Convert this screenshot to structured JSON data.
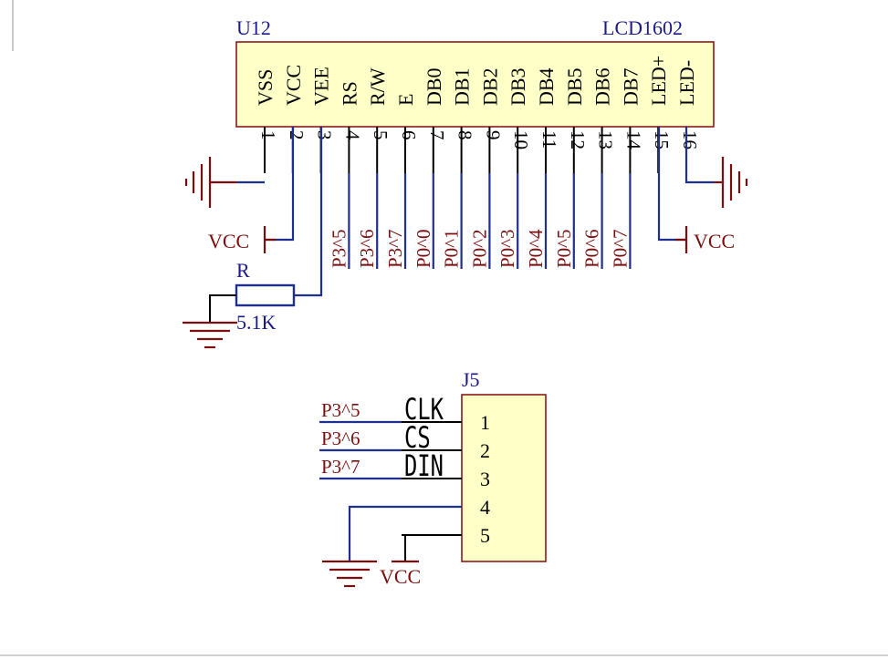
{
  "colors": {
    "part_fill": "#ffffc8",
    "part_stroke": "#8a1a1a",
    "wire": "#1f2f8f",
    "power_symbol": "#7a0f0f",
    "designator_text": "#1a1a8a",
    "net_label_text": "#7a0f0f",
    "pin_text": "#000000"
  },
  "lcd": {
    "designator": "U12",
    "part": "LCD1602",
    "pins": [
      {
        "num": "1",
        "name": "VSS"
      },
      {
        "num": "2",
        "name": "VCC"
      },
      {
        "num": "3",
        "name": "VEE"
      },
      {
        "num": "4",
        "name": "RS"
      },
      {
        "num": "5",
        "name": "R/W"
      },
      {
        "num": "6",
        "name": "E"
      },
      {
        "num": "7",
        "name": "DB0"
      },
      {
        "num": "8",
        "name": "DB1"
      },
      {
        "num": "9",
        "name": "DB2"
      },
      {
        "num": "10",
        "name": "DB3"
      },
      {
        "num": "11",
        "name": "DB4"
      },
      {
        "num": "12",
        "name": "DB5"
      },
      {
        "num": "13",
        "name": "DB6"
      },
      {
        "num": "14",
        "name": "DB7"
      },
      {
        "num": "15",
        "name": "LED+"
      },
      {
        "num": "16",
        "name": "LED-"
      }
    ],
    "net_labels": [
      "P3^5",
      "P3^6",
      "P3^7",
      "P0^0",
      "P0^1",
      "P0^2",
      "P0^3",
      "P0^4",
      "P0^5",
      "P0^6",
      "P0^7"
    ]
  },
  "power": {
    "vcc_left": "VCC",
    "vcc_right": "VCC",
    "vcc_bottom": "VCC"
  },
  "resistor": {
    "designator": "R",
    "value": "5.1K"
  },
  "connector": {
    "designator": "J5",
    "pins": [
      "1",
      "2",
      "3",
      "4",
      "5"
    ],
    "signals": [
      {
        "net": "P3^5",
        "name": "CLK"
      },
      {
        "net": "P3^6",
        "name": "CS"
      },
      {
        "net": "P3^7",
        "name": "DIN"
      }
    ]
  }
}
